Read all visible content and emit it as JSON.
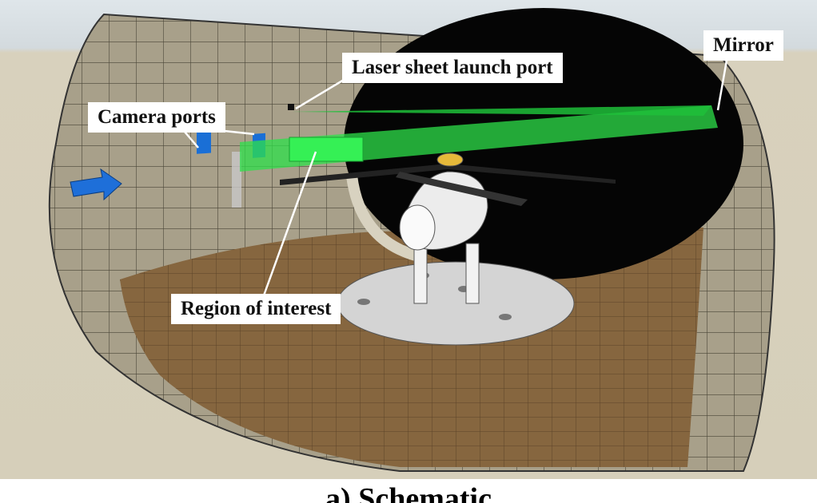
{
  "labels": {
    "camera_ports": "Camera ports",
    "laser_sheet": "Laser sheet launch port",
    "mirror": "Mirror",
    "region": "Region of interest"
  },
  "caption": "a) Schematic",
  "colors": {
    "laser_green": "#2ee04a",
    "camera_port_blue": "#1a6fd6",
    "flow_arrow_blue": "#1e6fd9",
    "floor": "#8a6a45",
    "wall": "#a59d88"
  }
}
